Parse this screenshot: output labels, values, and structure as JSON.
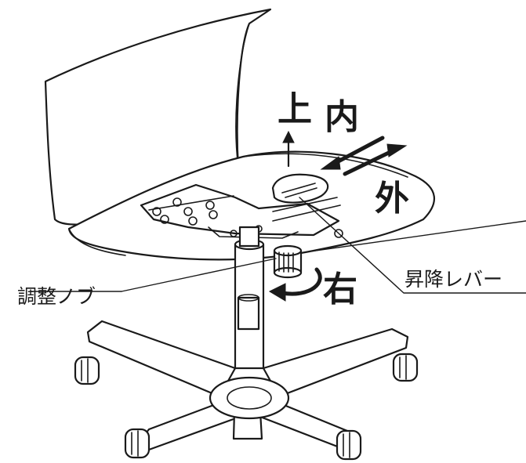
{
  "labels": {
    "up": "上",
    "in": "内",
    "out": "外",
    "right": "右",
    "adjust_knob": "調整ノブ",
    "lift_lever": "昇降レバー"
  },
  "colors": {
    "line": "#1a1a1a",
    "background": "#ffffff"
  }
}
